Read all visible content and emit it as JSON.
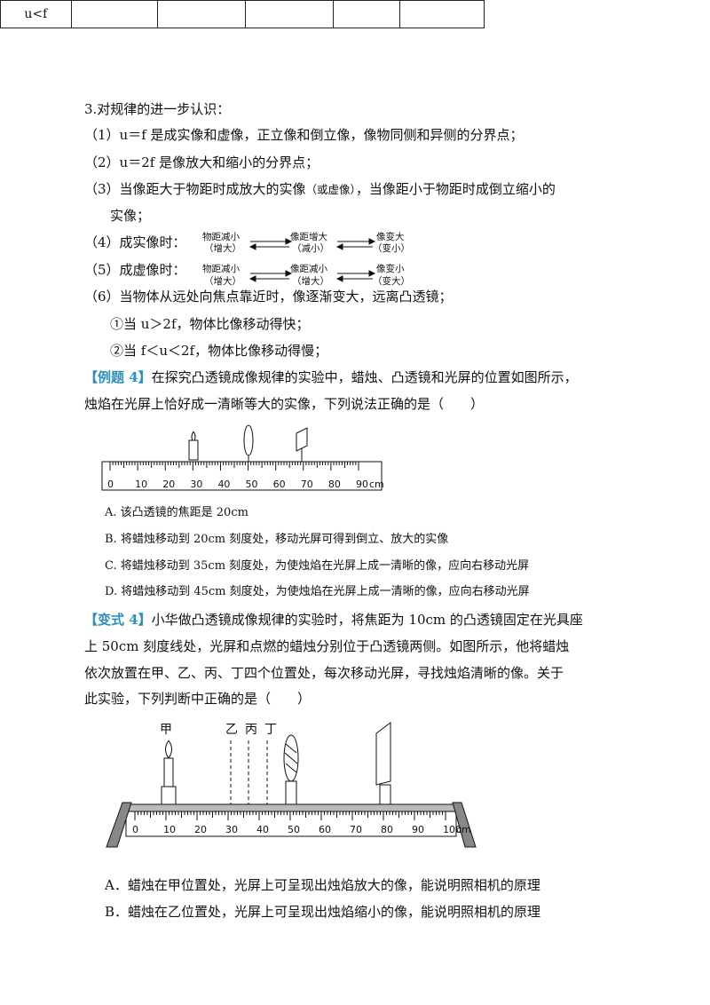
{
  "table": {
    "row_label": "u<f"
  },
  "sec3": {
    "heading": "3.对规律的进一步认识：",
    "p1": "（1）u＝f 是成实像和虚像，正立像和倒立像，像物同侧和异侧的分界点；",
    "p2": "（2）u＝2f 是像放大和缩小的分界点；",
    "p3a": "（3）当像距大于物距时成放大的实像",
    "p3note": "（或虚像）",
    "p3b": "，当像距小于物距时成倒立缩小的",
    "p3c": "实像；",
    "p4": "（4）成实像时：",
    "p5": "（5）成虚像时：",
    "real": {
      "obj": "物距减小",
      "obj2": "（增大）",
      "img": "像距增大",
      "img2": "（减小）",
      "size": "像变大",
      "size2": "（变小）"
    },
    "virt": {
      "obj": "物距减小",
      "obj2": "（增大）",
      "img": "像距减小",
      "img2": "（增大）",
      "size": "像变小",
      "size2": "（变大）"
    },
    "p6": "（6）当物体从远处向焦点靠近时，像逐渐变大，远离凸透镜；",
    "p6a": "①当 u＞2f，物体比像移动得快；",
    "p6b": "②当 f＜u＜2f，物体比像移动得慢；"
  },
  "ex4": {
    "tag": "【例题 4】",
    "q1": "在探究凸透镜成像规律的实验中，蜡烛、凸透镜和光屏的位置如图所示，",
    "q2": "烛焰在光屏上恰好成一清晰等大的实像，下列说法正确的是（　　）",
    "ruler_ticks": [
      "0",
      "10",
      "20",
      "30",
      "40",
      "50",
      "60",
      "70",
      "80",
      "90"
    ],
    "unit": "cm",
    "opts": [
      "A. 该凸透镜的焦距是 20cm",
      "B. 将蜡烛移动到 20cm 刻度处，移动光屏可得到倒立、放大的实像",
      "C. 将蜡烛移动到 35cm 刻度处，为使烛焰在光屏上成一清晰的像，应向右移动光屏",
      "D. 将蜡烛移动到 45cm 刻度处，为使烛焰在光屏上成一清晰的像，应向右移动光屏"
    ]
  },
  "var4": {
    "tag": "【变式 4】",
    "q1": "小华做凸透镜成像规律的实验时，将焦距为 10cm 的凸透镜固定在光具座",
    "q2": "上 50cm 刻度线处，光屏和点燃的蜡烛分别位于凸透镜两侧。如图所示，他将蜡烛",
    "q3": "依次放置在甲、乙、丙、丁四个位置处，每次移动光屏，寻找烛焰清晰的像。关于",
    "q4": "此实验，下列判断中正确的是（　　）",
    "labels": [
      "甲",
      "乙",
      "丙",
      "丁"
    ],
    "ruler_ticks": [
      "0",
      "10",
      "20",
      "30",
      "40",
      "50",
      "60",
      "70",
      "80",
      "90",
      "100"
    ],
    "unit": "cm",
    "opts": [
      "A．蜡烛在甲位置处，光屏上可呈现出烛焰放大的像，能说明照相机的原理",
      "B．蜡烛在乙位置处，光屏上可呈现出烛焰缩小的像，能说明照相机的原理"
    ]
  },
  "colors": {
    "tag": "#2a8fbd"
  }
}
